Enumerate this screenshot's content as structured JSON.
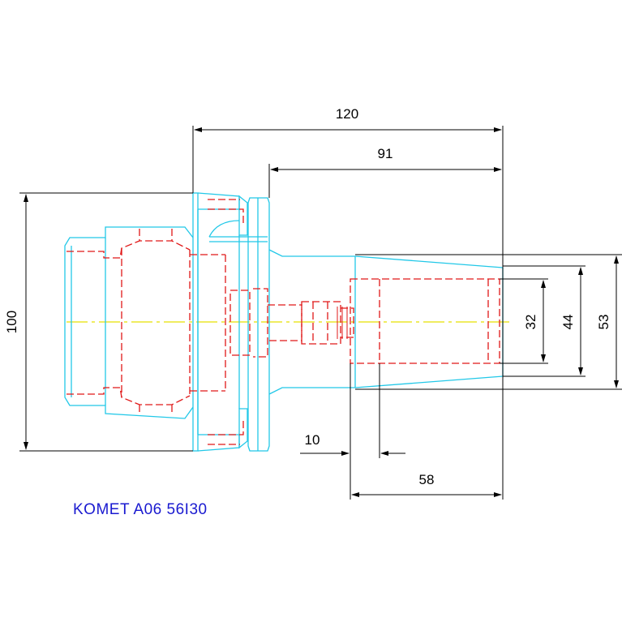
{
  "drawing": {
    "caption": "KOMET A06 56I30",
    "colors": {
      "outline": "#22c8e8",
      "hidden": "#e01818",
      "centerline": "#e8e000",
      "dimension": "#000000",
      "caption": "#1a1ad0"
    },
    "dimensions": {
      "overall_length": "120",
      "shank_length": "91",
      "flange_diameter": "100",
      "bore_diameter": "32",
      "inner_diameter": "44",
      "outer_diameter": "53",
      "bore_offset": "10",
      "bore_depth": "58"
    }
  }
}
